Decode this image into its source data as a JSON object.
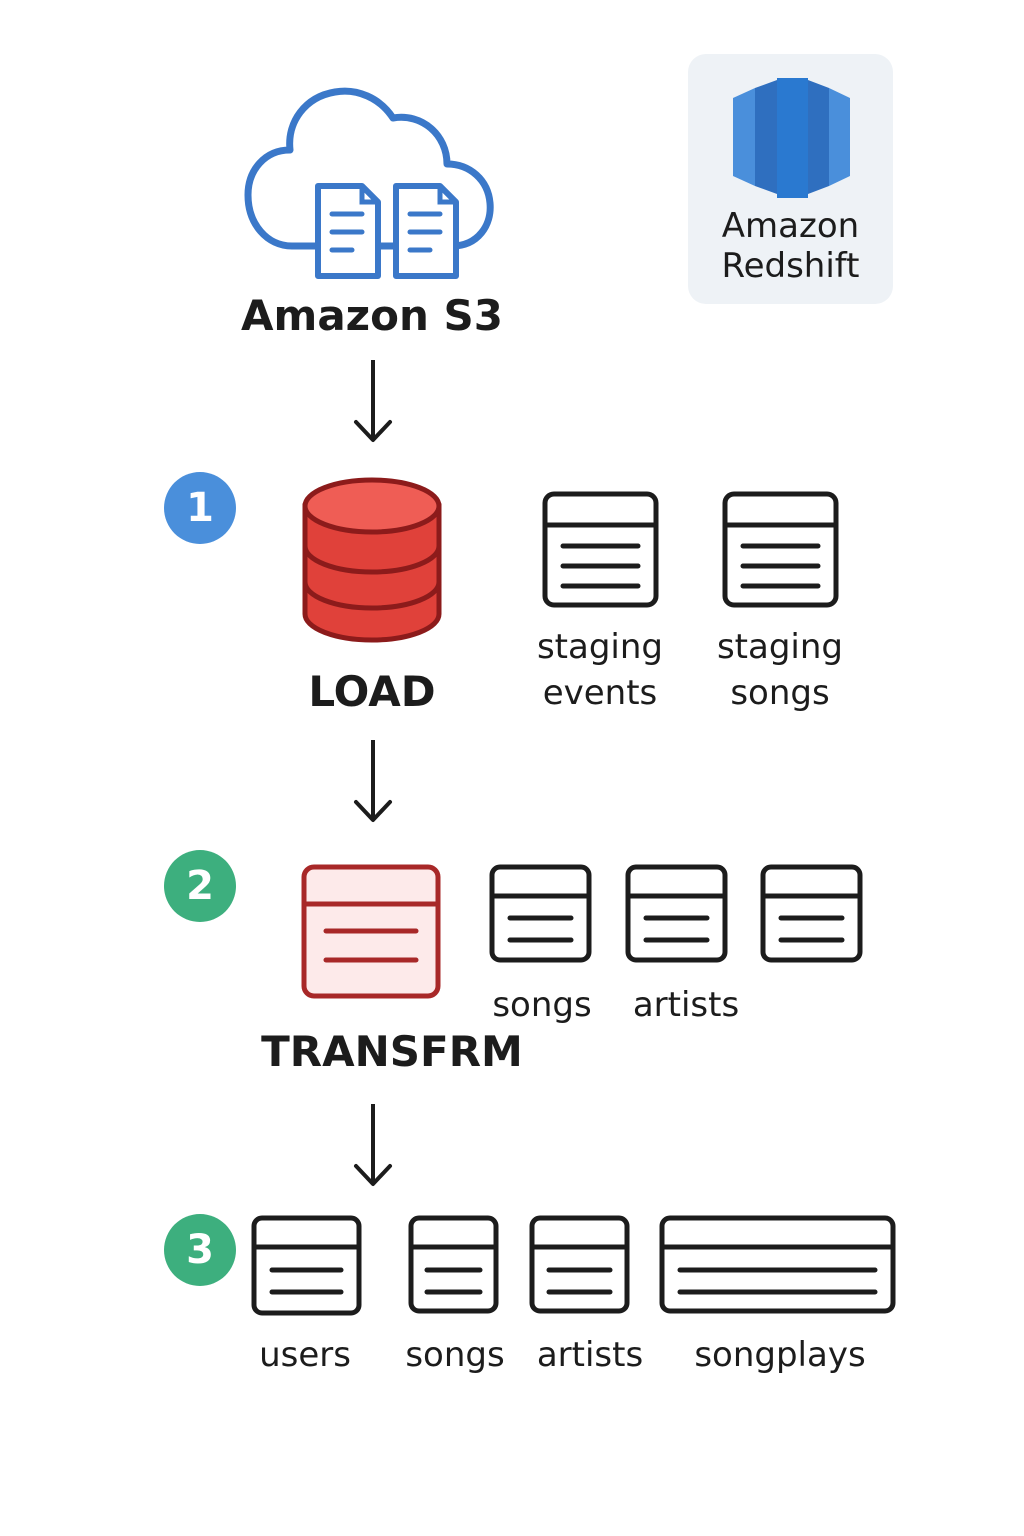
{
  "source": {
    "label": "Amazon S3"
  },
  "warehouse": {
    "label_line1": "Amazon",
    "label_line2": "Redshift"
  },
  "colors": {
    "s3_blue": "#3b78c9",
    "redshift_blue": "#2f74c8",
    "badge_1": "#4a8fdb",
    "badge_2": "#3daf7e",
    "badge_3": "#3daf7e",
    "load_red": "#e0413a",
    "transform_red": "#a82828"
  },
  "steps": [
    {
      "number": "1",
      "label": "LOAD",
      "icon": "database-icon",
      "tables": [
        {
          "line1": "staging",
          "line2": "events"
        },
        {
          "line1": "staging",
          "line2": "songs"
        }
      ]
    },
    {
      "number": "2",
      "label": "TRANSFRM",
      "icon": "table-icon",
      "tables": [
        {
          "name": "songs"
        },
        {
          "name": "artists"
        },
        {
          "name": ""
        }
      ]
    },
    {
      "number": "3",
      "label": "",
      "tables": [
        {
          "name": "users"
        },
        {
          "name": "songs"
        },
        {
          "name": "artists"
        },
        {
          "name": "songplays"
        }
      ]
    }
  ]
}
